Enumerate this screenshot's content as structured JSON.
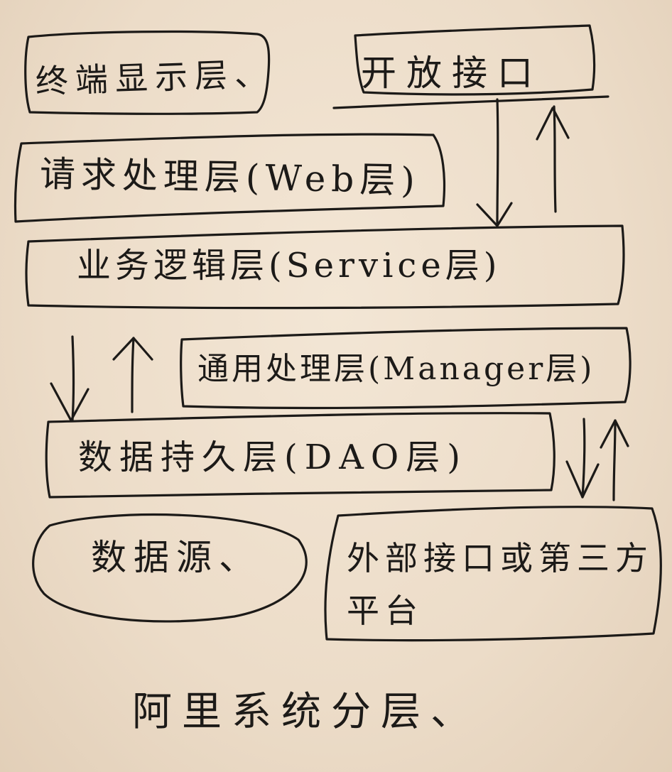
{
  "diagram": {
    "title": "阿里系统分层、",
    "layers": {
      "display": "终端显示层、",
      "open_api": "开放接口",
      "web": "请求处理层(Web层)",
      "service": "业务逻辑层(Service层)",
      "manager": "通用处理层(Manager层)",
      "dao": "数据持久层(DAO层)",
      "datasource": "数据源、",
      "external": "外部接口或第三方平台"
    }
  }
}
